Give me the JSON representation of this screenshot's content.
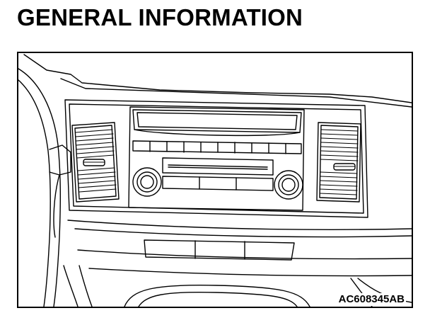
{
  "header": {
    "title": "GENERAL INFORMATION"
  },
  "figure": {
    "id_label": "AC608345AB",
    "subject": "instrument panel center: air vents, radio / audio unit, climate control switches",
    "line_color": "#000000",
    "background_color": "#ffffff"
  }
}
